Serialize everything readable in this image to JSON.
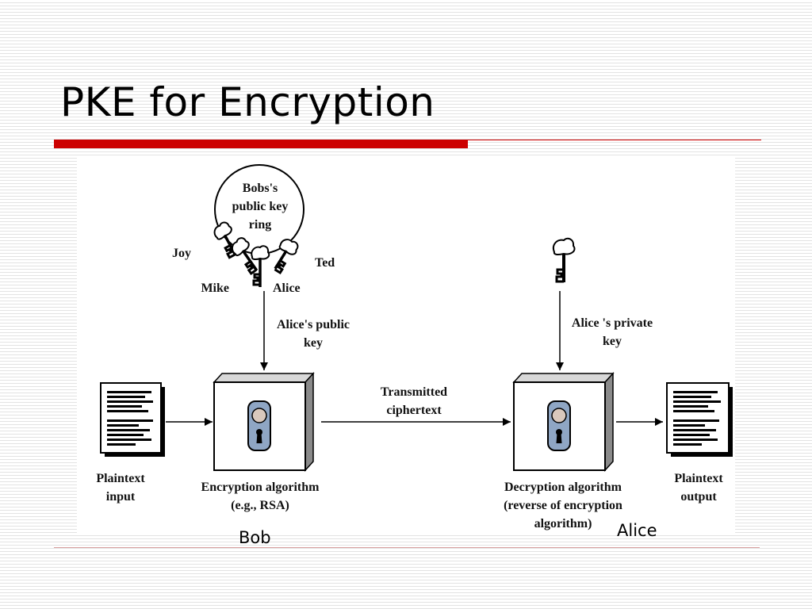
{
  "slide": {
    "title": "PKE for Encryption",
    "accent_color": "#cc0000"
  },
  "diagram": {
    "key_ring": {
      "label": "Bobs's\npublic key\nring",
      "keys": [
        "Joy",
        "Mike",
        "Alice",
        "Ted"
      ]
    },
    "public_key_label": "Alice's public\nkey",
    "private_key_label": "Alice 's private\nkey",
    "plaintext_input_label": "Plaintext\ninput",
    "encryption_label": "Encryption algorithm\n(e.g., RSA)",
    "transmitted_label": "Transmitted\nciphertext",
    "decryption_label": "Decryption algorithm\n(reverse of encryption\nalgorithm)",
    "plaintext_output_label": "Plaintext\noutput"
  },
  "parties": {
    "sender": "Bob",
    "receiver": "Alice"
  }
}
